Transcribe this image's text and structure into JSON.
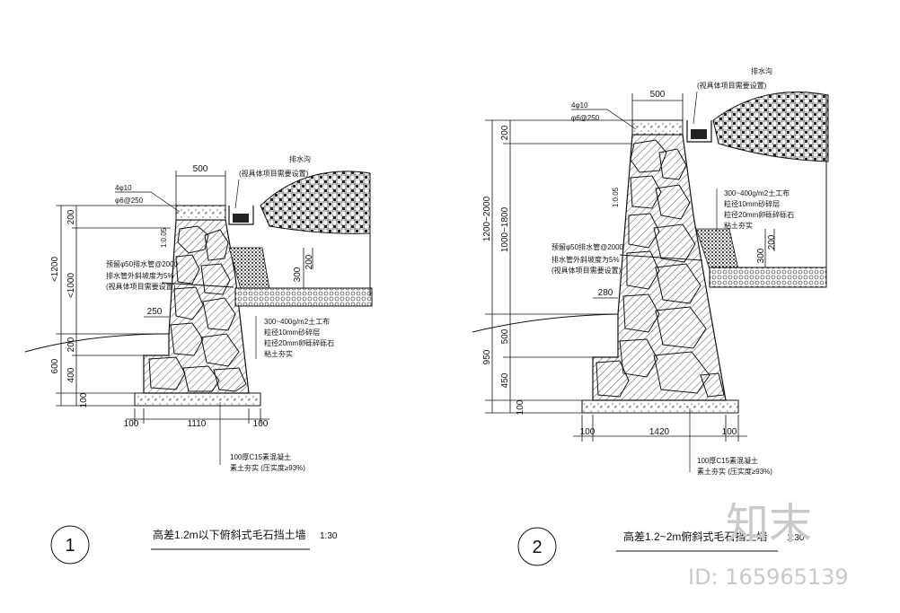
{
  "details": [
    {
      "number": "1",
      "title": "高差1.2m以下俯斜式毛石挡土墙",
      "scale": "1:30",
      "drain": {
        "label": "排水沟",
        "note": "(视具体项目需要设置)"
      },
      "cap_rebar": [
        "4φ10",
        "φ6@250"
      ],
      "slope": "1:0.05",
      "weep_hole": {
        "label": "预留φ50排水管@2000",
        "sub1": "排水管外斜坡度为5%",
        "sub2": "(视具体项目需要设置)"
      },
      "layers": [
        "300~400g/m2土工布",
        "粒径10mm砂碎层",
        "粒径20mm卵砾碎砾石",
        "粘土夯实"
      ],
      "foundation": [
        "100厚C15素混凝土",
        "素土夯实 (压实度≥93%)"
      ],
      "dims": {
        "top_width": "500",
        "h_total": "<1200",
        "h_cap": "200",
        "h_wall": "<1000",
        "h_base": "600",
        "h_base_a": "200",
        "h_base_b": "400",
        "h_pad": "100",
        "toe": "250",
        "layer_h": "300",
        "layer_h2": "200",
        "w_left": "100",
        "w_base": "1110",
        "w_right": "100"
      }
    },
    {
      "number": "2",
      "title": "高差1.2~2m俯斜式毛石挡土墙",
      "scale": "1:30",
      "drain": {
        "label": "排水沟",
        "note": "(视具体项目需要设置)"
      },
      "cap_rebar": [
        "4φ10",
        "φ6@250"
      ],
      "slope": "1:0.05",
      "weep_hole": {
        "label": "预留φ50排水管@2000",
        "sub1": "排水管外斜坡度为5%",
        "sub2": "(视具体项目需要设置)"
      },
      "layers": [
        "300~400g/m2土工布",
        "粒径10mm砂碎层",
        "粒径20mm卵砾碎砾石",
        "粘土夯实"
      ],
      "foundation": [
        "100厚C15素混凝土",
        "素土夯实 (压实度≥93%)"
      ],
      "dims": {
        "top_width": "500",
        "h_total": "1200~2000",
        "h_cap": "200",
        "h_wall": "1000~1800",
        "h_base": "950",
        "h_base_a": "500",
        "h_base_b": "450",
        "h_pad": "100",
        "toe": "280",
        "layer_h": "300",
        "layer_h2": "200",
        "w_left": "100",
        "w_base": "1420",
        "w_right": "100"
      }
    }
  ],
  "watermark": {
    "logo": "知末",
    "id": "ID: 165965139"
  }
}
